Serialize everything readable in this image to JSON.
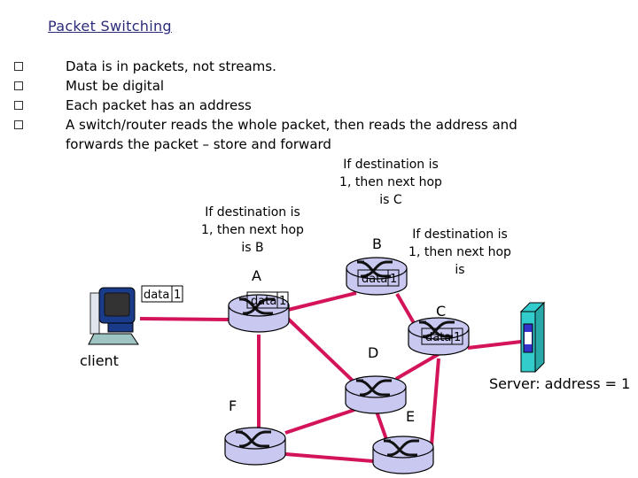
{
  "slide": {
    "title": "Packet Switching",
    "bullets": [
      {
        "text": "Data is in packets, not streams."
      },
      {
        "text": "Must be digital"
      },
      {
        "text": "Each packet has an address"
      },
      {
        "text": "A switch/router reads the whole packet, then reads the address and forwards the packet – store and forward"
      }
    ]
  },
  "notes": {
    "router_a": "If destination is 1, then next hop is B",
    "router_b": "If destination is 1, then next hop is C",
    "router_c": "If destination is 1, then next hop is"
  },
  "nodes": {
    "client": "client",
    "a": "A",
    "b": "B",
    "c": "C",
    "d": "D",
    "e": "E",
    "f": "F",
    "server": "Server: address = 1"
  },
  "packet": {
    "payload": "data",
    "address": "1"
  },
  "colors": {
    "link": "#d4145a",
    "router_fill": "#c8c8f0",
    "title": "#2b2b7a",
    "server": "#33cccc"
  }
}
